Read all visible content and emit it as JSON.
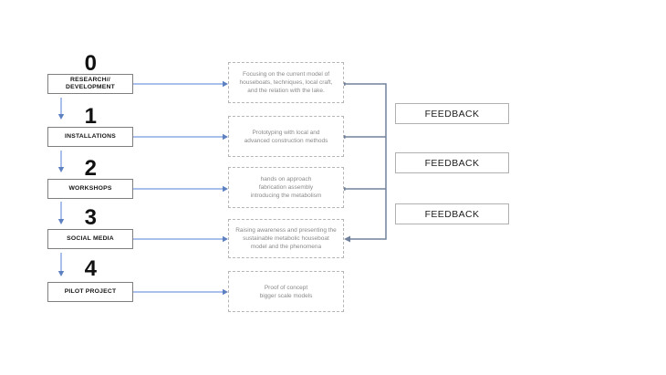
{
  "colors": {
    "background": "#ffffff",
    "number_text": "#111111",
    "stage_box_border": "#7f7f7f",
    "stage_text": "#161616",
    "description_border": "#b5b5b5",
    "description_text": "#8a8a8a",
    "feedback_border": "#b0b0b0",
    "feedback_text": "#1c1c1c",
    "connector_blue": "#a9c0ec",
    "connector_blue_head": "#5d80c1",
    "connector_slate": "#71809a"
  },
  "stages": [
    {
      "number": "0",
      "label": "RESEARCH//\nDEVELOPMENT",
      "description": "Focusing on the current model of\nhouseboats, techniques, local craft,\nand the relation with the lake."
    },
    {
      "number": "1",
      "label": "INSTALLATIONS",
      "description": "Prototyping with local and\nadvanced construction methods"
    },
    {
      "number": "2",
      "label": "WORKSHOPS",
      "description": "hands on approach\nfabrication assembly\nintroducing the metabolism"
    },
    {
      "number": "3",
      "label": "SOCIAL MEDIA",
      "description": "Raising awareness and presenting the\nsustainable metabolic houseboat\nmodel and the phenomena"
    },
    {
      "number": "4",
      "label": "PILOT PROJECT",
      "description": "Proof of concept\nbigger scale models"
    }
  ],
  "feedback_boxes": [
    {
      "label": "FEEDBACK"
    },
    {
      "label": "FEEDBACK"
    },
    {
      "label": "FEEDBACK"
    }
  ]
}
